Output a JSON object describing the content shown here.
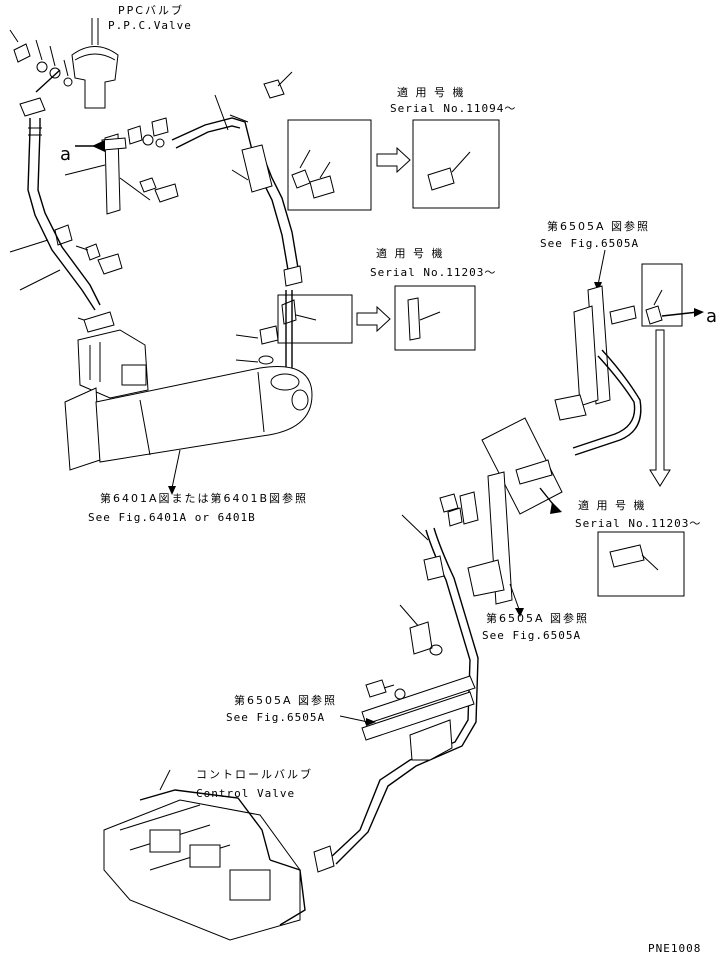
{
  "labels": {
    "ppc_valve_jp": "PPCバルブ",
    "ppc_valve_en": "P.P.C.Valve",
    "serial_jp_1": "適 用 号 機",
    "serial_en_1": "Serial No.11094～",
    "ref_6505a_top_jp": "第6505A 図参照",
    "ref_6505a_top_en": "See Fig.6505A",
    "serial_jp_2": "適 用 号 機",
    "serial_en_2": "Serial No.11203～",
    "ref_6401_jp": "第6401A図または第6401B図参照",
    "ref_6401_en": "See Fig.6401A or 6401B",
    "serial_jp_3": "適 用 号 機",
    "serial_en_3": "Serial No.11203～",
    "ref_6505a_mid_jp": "第6505A 図参照",
    "ref_6505a_mid_en": "See Fig.6505A",
    "ref_6505a_low_jp": "第6505A 図参照",
    "ref_6505a_low_en": "See Fig.6505A",
    "control_valve_jp": "コントロールバルブ",
    "control_valve_en": "Control Valve",
    "marker_a_left": "a",
    "marker_a_right": "a",
    "page_code": "PNE1008"
  }
}
